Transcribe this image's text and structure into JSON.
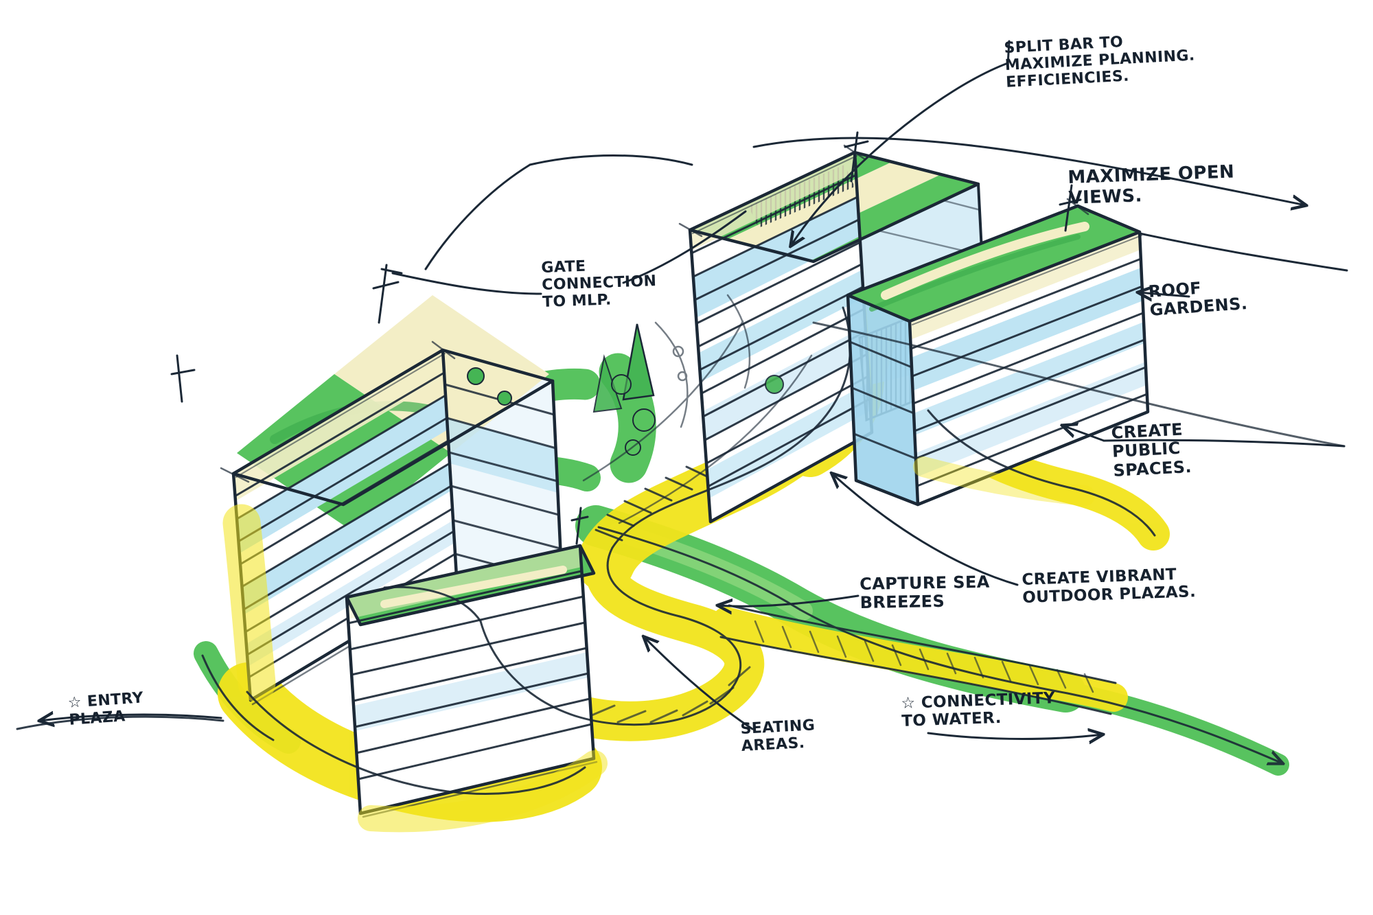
{
  "meta": {
    "type": "architectural concept sketch",
    "medium": "ink line work with yellow and green marker, light blue facades"
  },
  "palette": {
    "ink": "#1b2836",
    "marker_yellow": "#f2e41c",
    "marker_green": "#58c35f",
    "marker_green_light": "#a5e08a",
    "facade_blue": "#bfe4f3",
    "facade_blue_pale": "#dbeef8",
    "roof_cream": "#f3eec6",
    "paper": "#ffffff"
  },
  "annotations": {
    "split_bar": {
      "text": "SPLIT BAR TO\nMAXIMIZE PLANNING.\nEFFICIENCIES."
    },
    "maximize_views": {
      "text": "MAXIMIZE OPEN\nVIEWS."
    },
    "gate_connection": {
      "text": "GATE\nCONNECTION\nTO MLP."
    },
    "roof_gardens": {
      "text": "ROOF\nGARDENS."
    },
    "create_public_spaces": {
      "text": "CREATE\nPUBLIC\nSPACES."
    },
    "create_vibrant_plazas": {
      "text": "CREATE VIBRANT\nOUTDOOR PLAZAS."
    },
    "capture_sea_breezes": {
      "text": "CAPTURE SEA\nBREEZES"
    },
    "seating_areas": {
      "text": "SEATING\nAREAS."
    },
    "connectivity_to_water": {
      "text": "☆ CONNECTIVITY\nTO WATER."
    },
    "entry_plaza": {
      "text": "☆ ENTRY\nPLAZA"
    }
  }
}
